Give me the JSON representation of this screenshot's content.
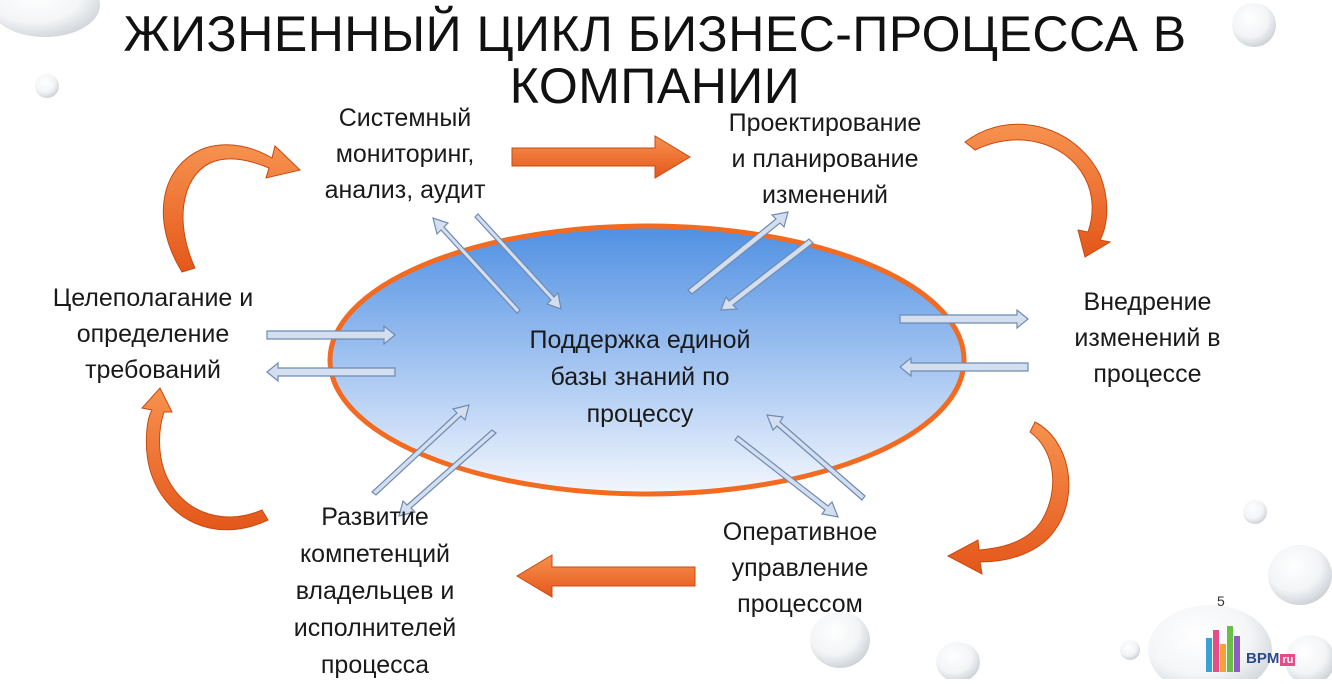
{
  "slide": {
    "title": "ЖИЗНЕННЫЙ ЦИКЛ БИЗНЕС-ПРОЦЕССА В КОМПАНИИ",
    "page_number": "5"
  },
  "center": {
    "lines": [
      "Поддержка единой",
      "базы знаний по",
      "процессу"
    ]
  },
  "nodes": {
    "monitoring": {
      "lines": [
        "Системный",
        "мониторинг,",
        "анализ, аудит"
      ]
    },
    "design": {
      "lines": [
        "Проектирование",
        "и планирование",
        "изменений"
      ]
    },
    "implementation": {
      "lines": [
        "Внедрение",
        "изменений в",
        "процессе"
      ]
    },
    "operational": {
      "lines": [
        "Оперативное",
        "управление",
        "процессом"
      ]
    },
    "competence": {
      "lines": [
        "Развитие",
        "компетенций",
        "владельцев и",
        "исполнителей",
        "процесса"
      ]
    },
    "goals": {
      "lines": [
        "Целеполагание и",
        "определение",
        "требований"
      ]
    }
  },
  "logo": {
    "text": "BPM",
    "suffix": "ru"
  },
  "colors": {
    "cycle_arrow": "#F26B21",
    "ellipse_border": "#F26B21",
    "ellipse_top": "#5B9BE6",
    "ellipse_bottom": "#EAF1FC",
    "thin_arrow_fill": "#C5D5EA",
    "thin_arrow_stroke": "#6F8AB4"
  }
}
